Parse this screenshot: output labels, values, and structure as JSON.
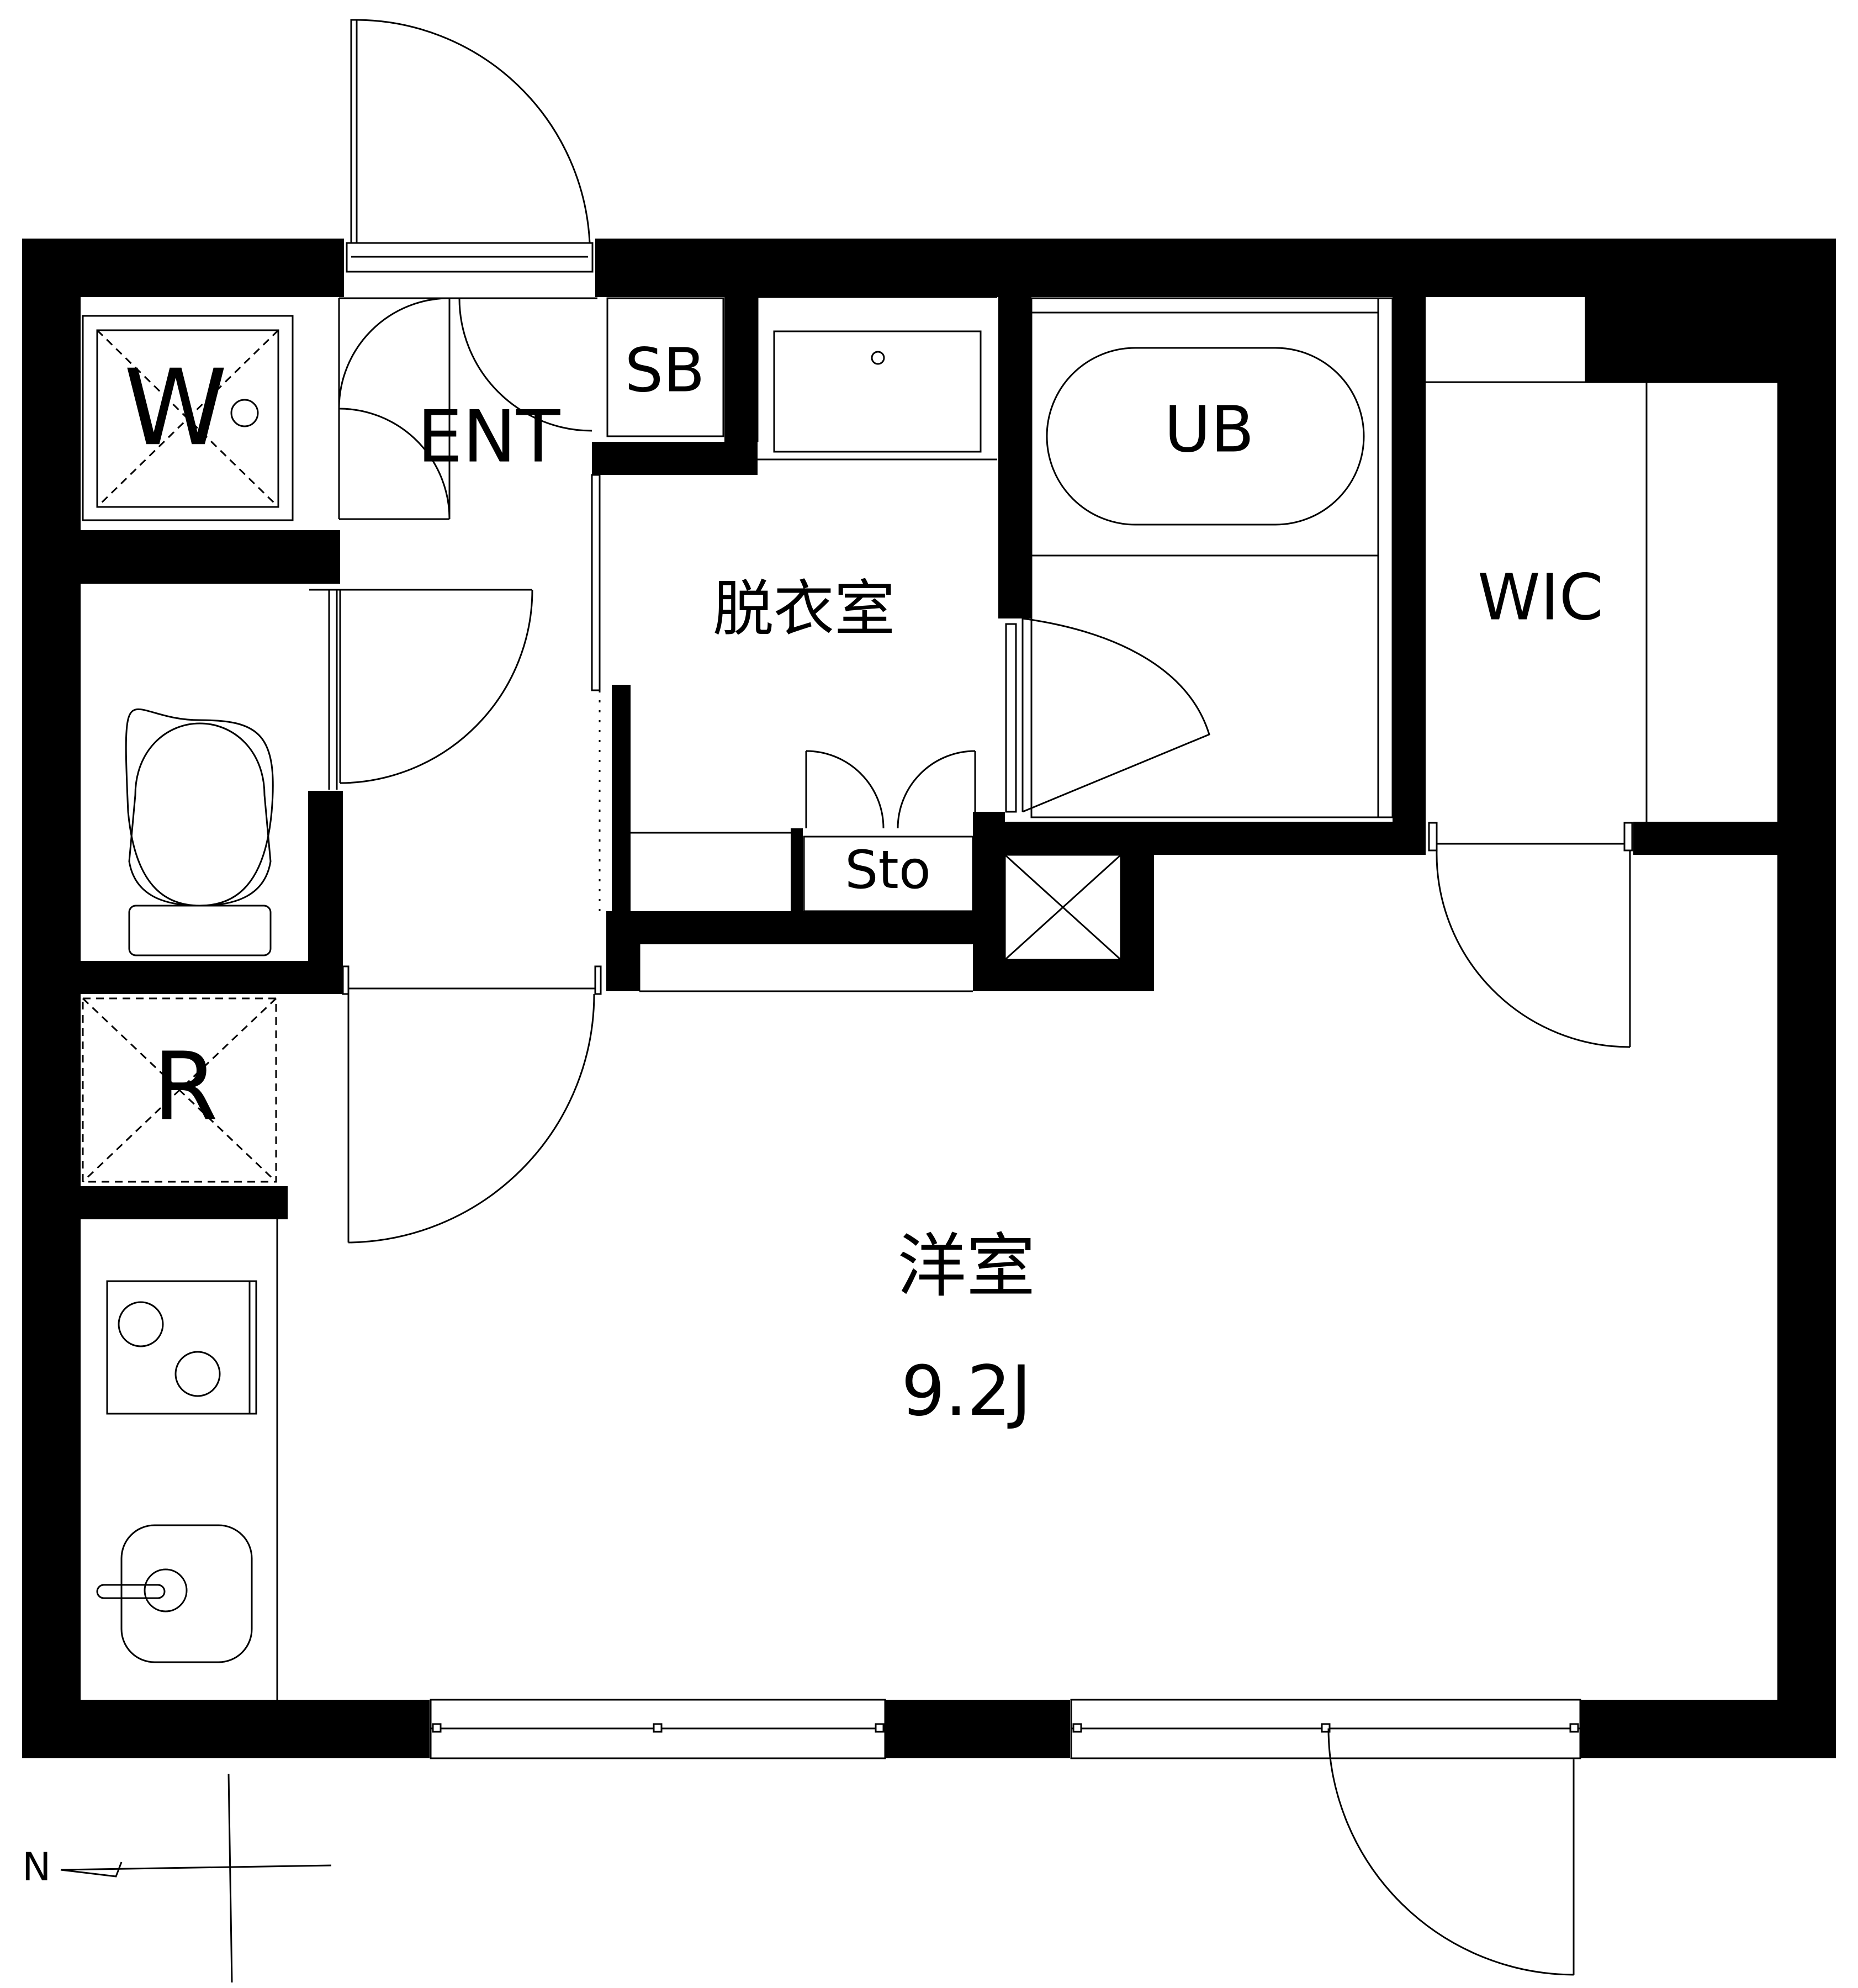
{
  "colors": {
    "wall": "#000000",
    "line": "#000000",
    "background": "#ffffff"
  },
  "labels": {
    "washer": "W",
    "entrance": "ENT",
    "shoe_box": "SB",
    "unit_bath": "UB",
    "walk_in_closet": "WIC",
    "dressing_room": "脱衣室",
    "storage": "Sto",
    "refrigerator": "R",
    "western_room": "洋室",
    "western_room_size": "9.2J"
  },
  "compass": {
    "north": "N"
  },
  "icons": [
    "washer-icon",
    "toilet-icon",
    "bathtub-icon",
    "washbasin-icon",
    "stove-icon",
    "sink-icon",
    "pipe-shaft-icon",
    "compass-icon"
  ]
}
